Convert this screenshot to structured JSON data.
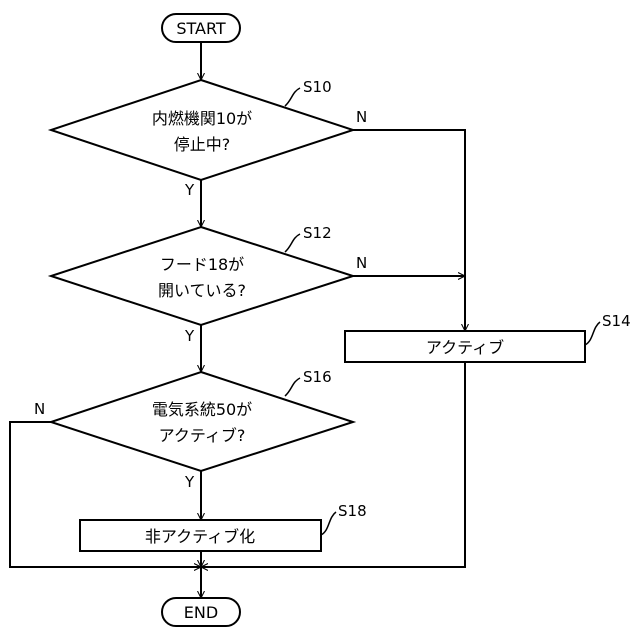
{
  "terminals": {
    "start": "START",
    "end": "END"
  },
  "decisions": [
    {
      "step": "S10",
      "line1": "内燃機関10が",
      "line2": "停止中?",
      "yes": "Y",
      "no": "N"
    },
    {
      "step": "S12",
      "line1": "フード18が",
      "line2": "開いている?",
      "yes": "Y",
      "no": "N"
    },
    {
      "step": "S16",
      "line1": "電気系統50が",
      "line2": "アクティブ?",
      "yes": "Y",
      "no": "N"
    }
  ],
  "processes": [
    {
      "step": "S14",
      "label": "アクティブ"
    },
    {
      "step": "S18",
      "label": "非アクティブ化"
    }
  ]
}
